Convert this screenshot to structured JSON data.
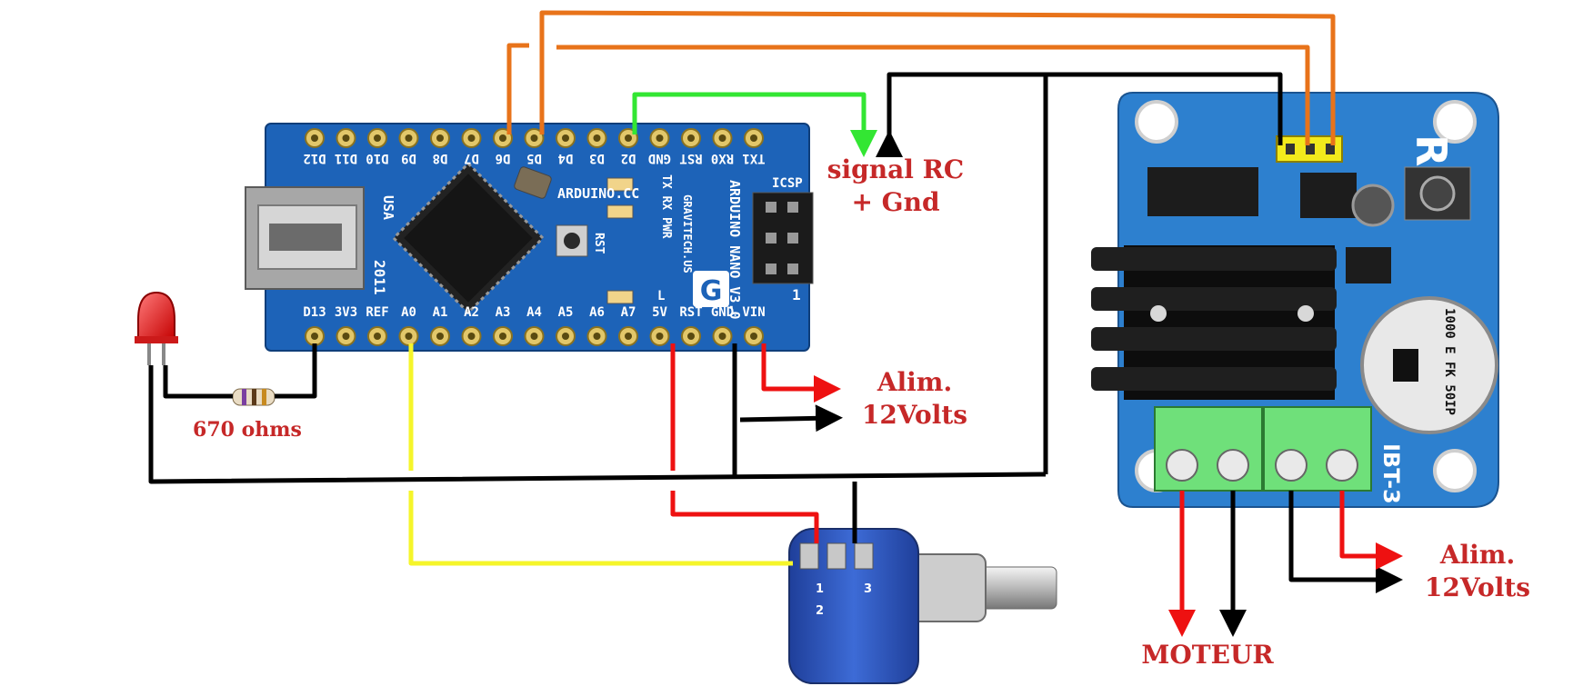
{
  "labels": {
    "signal_rc_line1": "signal RC",
    "signal_rc_line2": "+ Gnd",
    "alim_arduino_line1": "Alim.",
    "alim_arduino_line2": "12Volts",
    "resistor": "670 ohms",
    "alim_driver_line1": "Alim.",
    "alim_driver_line2": "12Volts",
    "motor": "MOTEUR"
  },
  "arduino": {
    "top_pins": [
      "D12",
      "D11",
      "D10",
      "D9",
      "D8",
      "D7",
      "D6",
      "D5",
      "D4",
      "D3",
      "D2",
      "GND",
      "RST",
      "RX0",
      "TX1"
    ],
    "bottom_pins": [
      "D13",
      "3V3",
      "REF",
      "A0",
      "A1",
      "A2",
      "A3",
      "A4",
      "A5",
      "A6",
      "A7",
      "5V",
      "RST",
      "GND",
      "VIN"
    ],
    "silk_arduino_cc": "ARDUINO.CC",
    "silk_nano": "ARDUINO NANO V3.0",
    "silk_usa": "USA",
    "silk_year": "2011",
    "silk_icsp": "ICSP",
    "silk_rst": "RST",
    "silk_txrx": "TX RX PWR",
    "silk_l": "L",
    "silk_one": "1",
    "silk_gravitech": "GRAVITECH.US"
  },
  "driver": {
    "model": "IBT-3",
    "cap_text": "1000 E FK 50IP"
  },
  "pot": {
    "pin_1": "1",
    "pin_2": "2",
    "pin_3": "3"
  },
  "colors": {
    "wire_orange": "#e8731a",
    "wire_green": "#33e633",
    "wire_black": "#000000",
    "wire_red": "#ee1111",
    "wire_yellow": "#f5f52a",
    "label_red": "#c62828",
    "board_blue": "#1d63b8",
    "pot_blue": "#2f55b8"
  }
}
